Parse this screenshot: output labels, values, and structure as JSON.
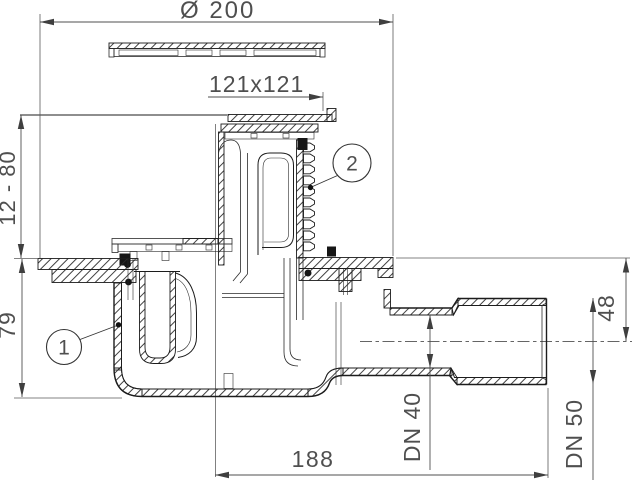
{
  "drawing": {
    "dimensions": {
      "top_diameter": "Ø 200",
      "grate_size": "121x121",
      "adjust_range": "12 - 80",
      "body_height": "79",
      "length": "188",
      "pipe_diameter": "DN 40",
      "socket_diameter": "DN 50",
      "outlet_axis_height": "48"
    },
    "callouts": [
      {
        "label": "1"
      },
      {
        "label": "2"
      }
    ],
    "colors": {
      "line": "#1c1c1c",
      "dimension": "#4f4f4f",
      "background": "#ffffff",
      "seal": "#161616"
    }
  }
}
